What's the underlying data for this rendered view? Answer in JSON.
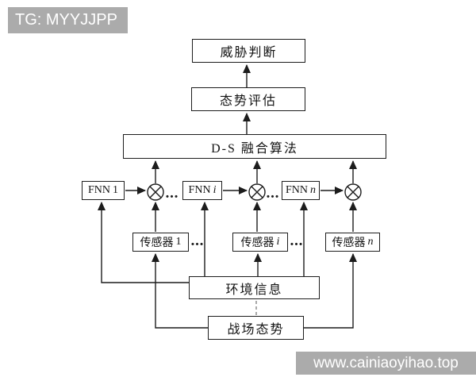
{
  "watermark_top": {
    "text": "TG: MYYJJPP"
  },
  "watermark_bottom": {
    "text": "www.cainiaoyihao.top"
  },
  "nodes": {
    "threat": {
      "label": "威胁判断"
    },
    "assessment": {
      "label": "态势评估"
    },
    "fusion": {
      "label": "D-S 融合算法"
    },
    "fnn1": {
      "prefix": "FNN",
      "sub": "1"
    },
    "fnni": {
      "prefix": "FNN",
      "sub": "i"
    },
    "fnnn": {
      "prefix": "FNN",
      "sub": "n"
    },
    "sensor1": {
      "prefix": "传感器",
      "sub": "1"
    },
    "sensori": {
      "prefix": "传感器",
      "sub": "i"
    },
    "sensorn": {
      "prefix": "传感器",
      "sub": "n"
    },
    "environment": {
      "label": "环境信息"
    },
    "battlefield": {
      "label": "战场态势"
    }
  },
  "ellipsis": "…",
  "colors": {
    "background": "#ffffff",
    "line": "#1c1c1c",
    "faint_line": "#555555",
    "watermark_bg": "#ababab",
    "watermark_text": "#ffffff"
  }
}
